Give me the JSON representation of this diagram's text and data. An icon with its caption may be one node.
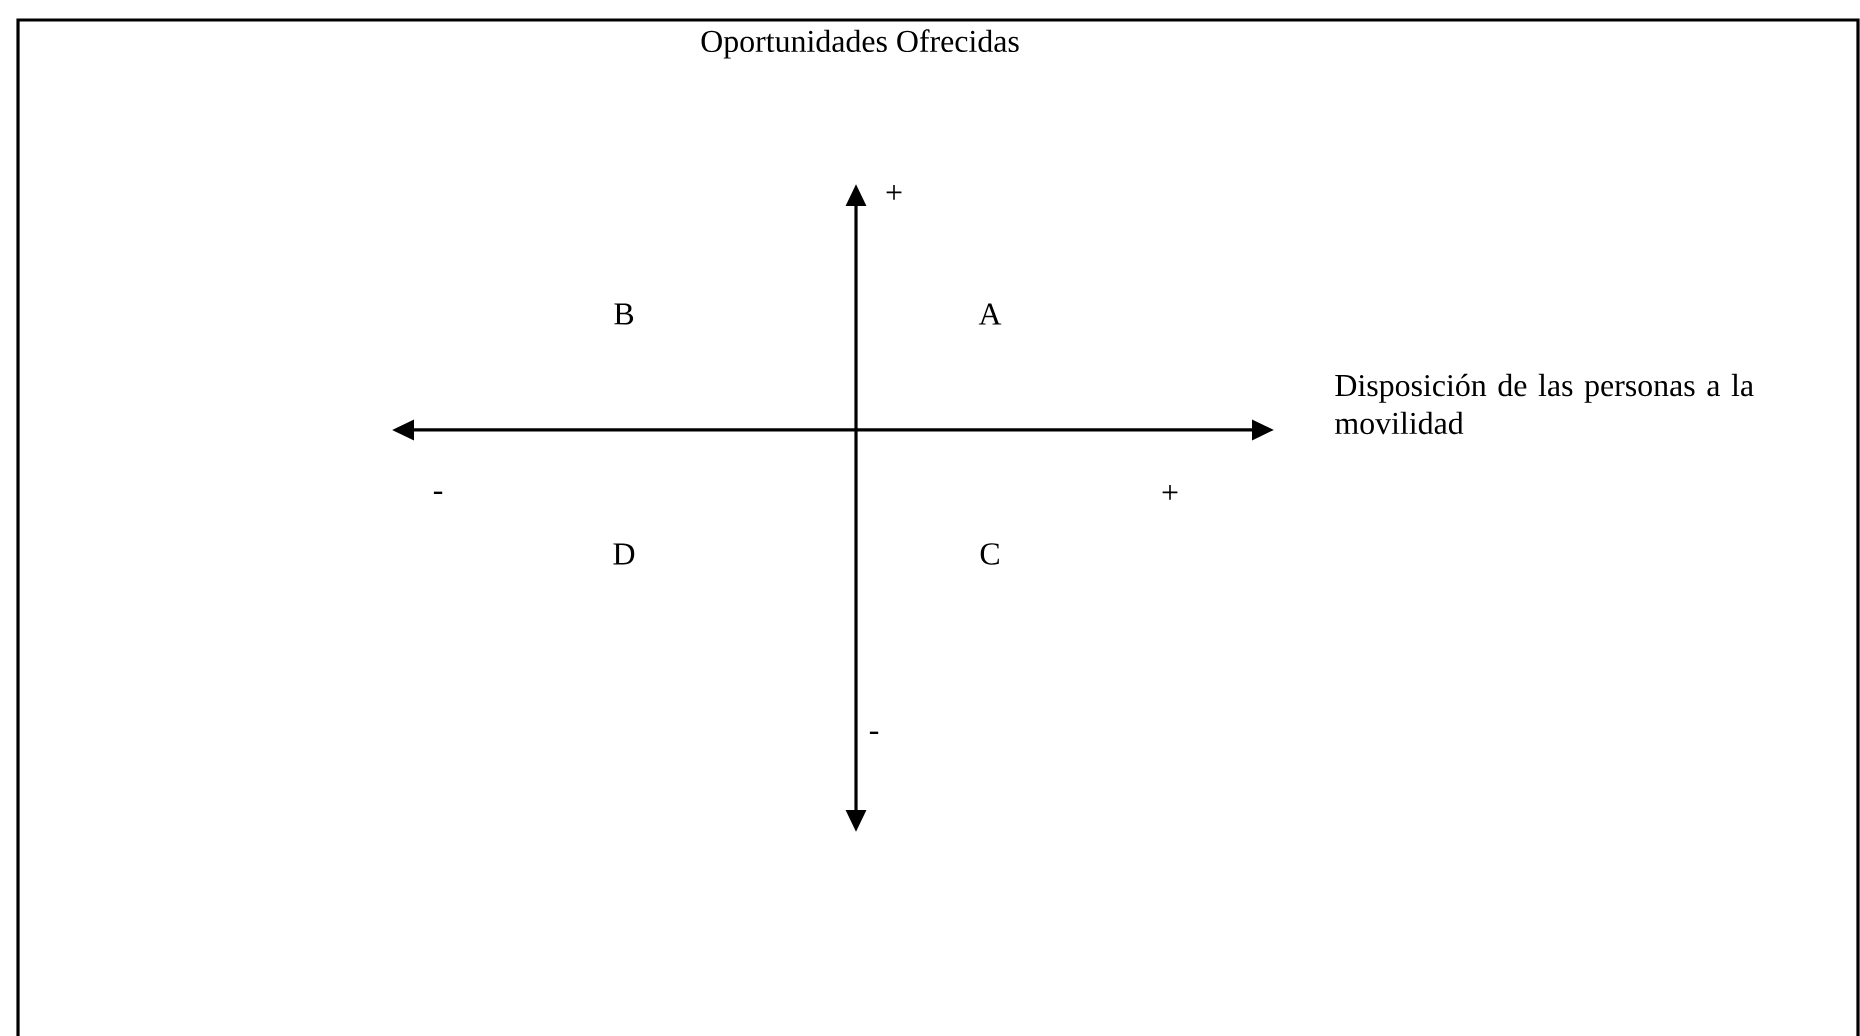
{
  "diagram": {
    "labels": [
      "Oportunidades Ofrecidas",
      "+",
      "B",
      "A",
      "Disposición de las personas a la movilidad",
      "-",
      "+",
      "D",
      "C",
      "-"
    ]
  }
}
